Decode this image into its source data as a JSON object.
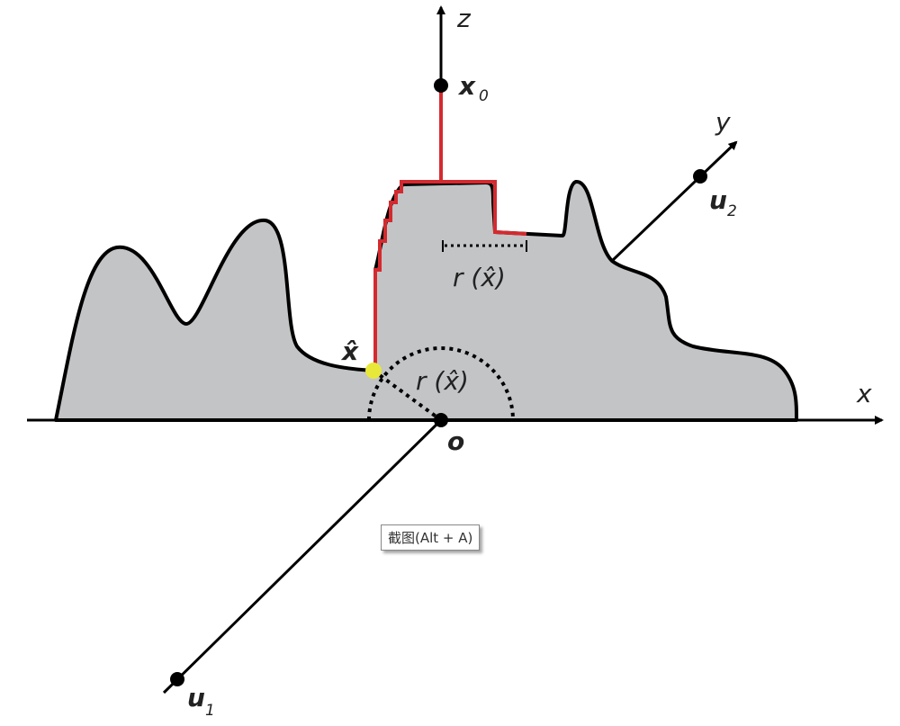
{
  "labels": {
    "z": "z",
    "x0": "x",
    "x0_sub": "0",
    "y": "y",
    "u2": "u",
    "u2_sub": "2",
    "u1": "u",
    "u1_sub": "1",
    "x_axis": "x",
    "origin": "o",
    "x_hat": "x̂",
    "r_top": "r (x̂)",
    "r_circle": "r (x̂)"
  },
  "tooltip": "截图(Alt + A)",
  "colors": {
    "region": "#c3c4c6",
    "path": "#d42a2f",
    "point": "#e8e83a"
  }
}
